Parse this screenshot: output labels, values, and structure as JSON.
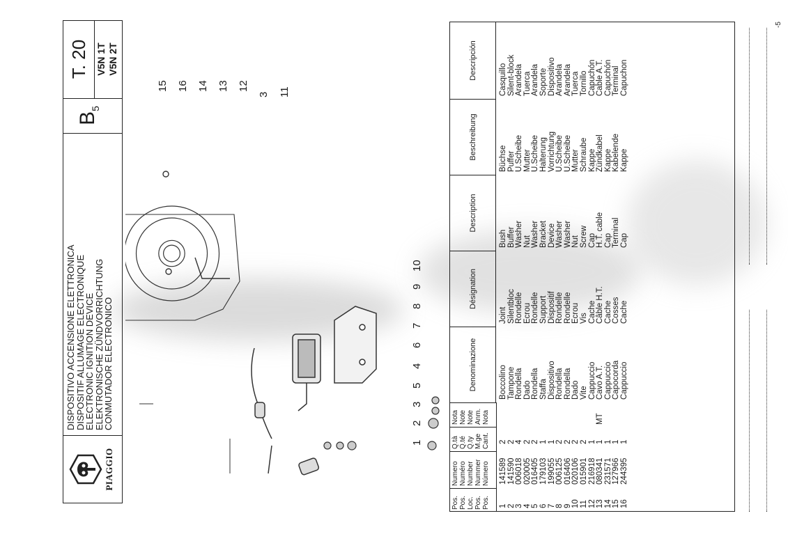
{
  "brand": "PIAGGIO",
  "titles": [
    "DISPOSITIVO ACCENSIONE ELETTRONICA",
    "DISPOSITIF ALLUMAGE ELECTRONIQUE",
    "ELECTRONIC IGNITION DEVICE",
    "ELEKTRONISCHE ZÜNDVORRICHTUNG",
    "CONMUTADOR ELECTRONICO"
  ],
  "group_code": "B",
  "group_sub": "5",
  "table_id": "T. 20",
  "models": [
    "V5N 1T",
    "V5N 2T"
  ],
  "page_mark": "-5",
  "table": {
    "pos_header": [
      "Pos.",
      "Pos.",
      "Loc.",
      "Pos.",
      "Pos."
    ],
    "num_header": [
      "Numero",
      "Numéro",
      "Number",
      "Nummer",
      "Número"
    ],
    "qty_header": [
      "Q.tà",
      "Q.té",
      "Q.ty",
      "M.ge",
      "Cant."
    ],
    "note_header": [
      "Nota",
      "Note",
      "Note",
      "Anm.",
      "Nota"
    ],
    "lang_headers": [
      "Denominazione",
      "Désignation",
      "Description",
      "Beschreibung",
      "Descripción"
    ],
    "rows": [
      {
        "pos": "1",
        "num": "141589",
        "qty": "2",
        "note": "",
        "it": "Boccolino",
        "fr": "Joint",
        "en": "Bush",
        "de": "Büchse",
        "es": "Casquillo"
      },
      {
        "pos": "2",
        "num": "141590",
        "qty": "2",
        "note": "",
        "it": "Tampone",
        "fr": "Silentbloc",
        "en": "Buffer",
        "de": "Puffer",
        "es": "Silent-block"
      },
      {
        "pos": "3",
        "num": "006018",
        "qty": "4",
        "note": "",
        "it": "Rondella",
        "fr": "Rondelle",
        "en": "Washer",
        "de": "U.Scheibe",
        "es": "Arandela"
      },
      {
        "pos": "4",
        "num": "020005",
        "qty": "2",
        "note": "",
        "it": "Dado",
        "fr": "Ecrou",
        "en": "Nut",
        "de": "Mutter",
        "es": "Tuerca"
      },
      {
        "pos": "5",
        "num": "016405",
        "qty": "2",
        "note": "",
        "it": "Rondella",
        "fr": "Rondelle",
        "en": "Washer",
        "de": "U.Scheibe",
        "es": "Arandela"
      },
      {
        "pos": "6",
        "num": "179103",
        "qty": "1",
        "note": "",
        "it": "Staffa",
        "fr": "Support",
        "en": "Bracket",
        "de": "Halterung",
        "es": "Soporte"
      },
      {
        "pos": "7",
        "num": "199055",
        "qty": "1",
        "note": "",
        "it": "Dispositivo",
        "fr": "Dispositif",
        "en": "Device",
        "de": "Vorrichtung",
        "es": "Dispositivo"
      },
      {
        "pos": "8",
        "num": "006125",
        "qty": "2",
        "note": "",
        "it": "Rondella",
        "fr": "Rondelle",
        "en": "Washer",
        "de": "U.Scheibe",
        "es": "Arandela"
      },
      {
        "pos": "9",
        "num": "016406",
        "qty": "2",
        "note": "",
        "it": "Rondella",
        "fr": "Rondelle",
        "en": "Washer",
        "de": "U.Scheibe",
        "es": "Arandela"
      },
      {
        "pos": "10",
        "num": "020106",
        "qty": "2",
        "note": "",
        "it": "Dado",
        "fr": "Ecrou",
        "en": "Nut",
        "de": "Mutter",
        "es": "Tuerca"
      },
      {
        "pos": "11",
        "num": "015901",
        "qty": "2",
        "note": "",
        "it": "Vite",
        "fr": "Vis",
        "en": "Screw",
        "de": "Schraube",
        "es": "Tornillo"
      },
      {
        "pos": "12",
        "num": "216918",
        "qty": "1",
        "note": "",
        "it": "Cappuccio",
        "fr": "Cache",
        "en": "Cap",
        "de": "Kappe",
        "es": "Capuchón"
      },
      {
        "pos": "13",
        "num": "080341",
        "qty": "1",
        "note": "MT",
        "it": "Cavo A.T.",
        "fr": "Câble H.T.",
        "en": "H.T. cable",
        "de": "Zündkabel",
        "es": "Cable A.T."
      },
      {
        "pos": "14",
        "num": "231571",
        "qty": "1",
        "note": "",
        "it": "Cappuccio",
        "fr": "Cache",
        "en": "Cap",
        "de": "Kappe",
        "es": "Capuchón"
      },
      {
        "pos": "15",
        "num": "127966",
        "qty": "1",
        "note": "",
        "it": "Capocorda",
        "fr": "Cosses",
        "en": "Terminal",
        "de": "Kabelende",
        "es": "Terminal"
      },
      {
        "pos": "16",
        "num": "244395",
        "qty": "1",
        "note": "",
        "it": "Cappuccio",
        "fr": "Cache",
        "en": "Cap",
        "de": "Kappe",
        "es": "Capuchon"
      }
    ]
  },
  "callouts_bottom": [
    "1",
    "2",
    "3",
    "5",
    "4",
    "6",
    "7",
    "8",
    "9",
    "10"
  ],
  "callouts_top": [
    "15",
    "16",
    "14",
    "13",
    "12",
    "3",
    "11"
  ]
}
